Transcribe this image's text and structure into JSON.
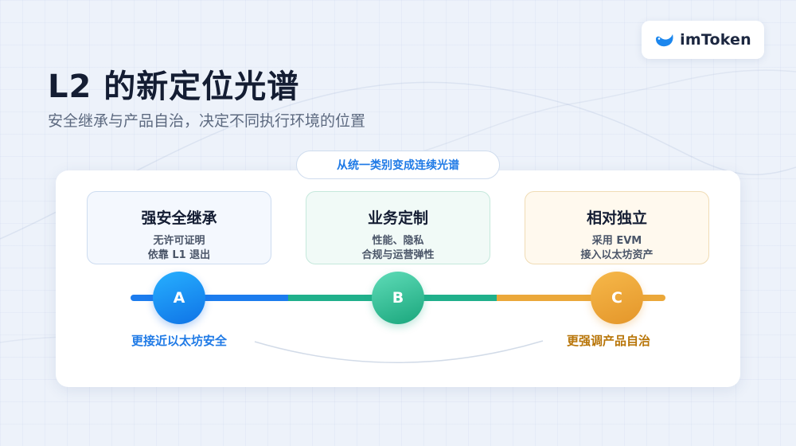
{
  "brand": {
    "name": "imToken",
    "logo_icon": "imtoken-logo-icon",
    "color": "#1c87ee"
  },
  "header": {
    "title": "L2 的新定位光谱",
    "subtitle": "安全继承与产品自治，决定不同执行环境的位置"
  },
  "spectrum": {
    "pill_label": "从统一类别变成连续光谱",
    "categories": [
      {
        "title": "强安全继承",
        "line1": "无许可证明",
        "line2": "依靠 L1 退出",
        "marker": "A",
        "color": "#1c7cee"
      },
      {
        "title": "业务定制",
        "line1": "性能、隐私",
        "line2": "合规与运营弹性",
        "marker": "B",
        "color": "#20b08b"
      },
      {
        "title": "相对独立",
        "line1": "采用 EVM",
        "line2": "接入以太坊资产",
        "marker": "C",
        "color": "#eba83a"
      }
    ],
    "left_caption": "更接近以太坊安全",
    "right_caption": "更强调产品自治"
  }
}
